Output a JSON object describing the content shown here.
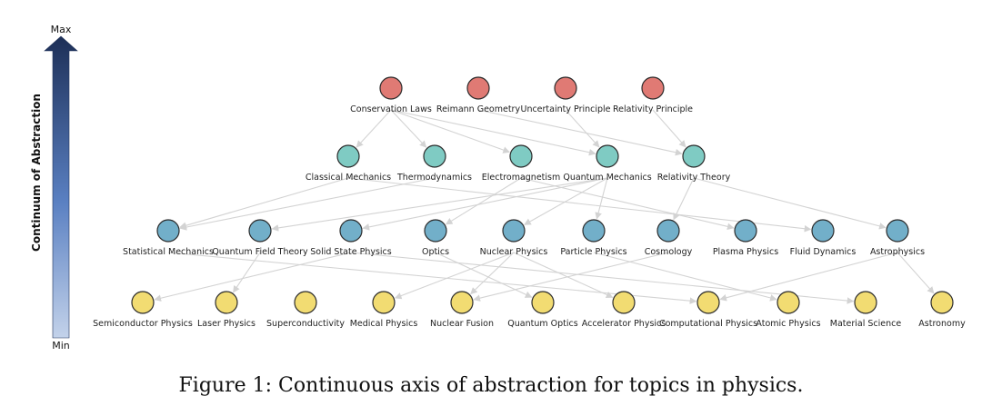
{
  "axis": {
    "max_label": "Max",
    "min_label": "Min",
    "title": "Continuum of Abstraction"
  },
  "caption": "Figure 1: Continuous axis of abstraction for topics in physics.",
  "colors": {
    "level_1": "#e07a74",
    "level_2": "#7fcbc3",
    "level_3": "#72afc9",
    "level_4": "#f2dc72",
    "edge": "#d3d3d3",
    "arrow_top": "#1d2f57",
    "arrow_bottom": "#c3d2ea"
  },
  "levels": [
    [
      "Conservation Laws",
      "Reimann Geometry",
      "Uncertainty Principle",
      "Relativity Principle"
    ],
    [
      "Classical Mechanics",
      "Thermodynamics",
      "Electromagnetism",
      "Quantum Mechanics",
      "Relativity Theory"
    ],
    [
      "Statistical Mechanics",
      "Quantum Field Theory",
      "Solid State Physics",
      "Optics",
      "Nuclear Physics",
      "Particle Physics",
      "Cosmology",
      "Plasma Physics",
      "Fluid Dynamics",
      "Astrophysics"
    ],
    [
      "Semiconductor Physics",
      "Laser Physics",
      "Superconductivity",
      "Medical Physics",
      "Nuclear Fusion",
      "Quantum Optics",
      "Accelerator Physics",
      "Computational Physics",
      "Atomic Physics",
      "Material Science",
      "Astronomy"
    ]
  ],
  "edges": [
    [
      "Conservation Laws",
      "Classical Mechanics"
    ],
    [
      "Conservation Laws",
      "Thermodynamics"
    ],
    [
      "Conservation Laws",
      "Electromagnetism"
    ],
    [
      "Conservation Laws",
      "Quantum Mechanics"
    ],
    [
      "Reimann Geometry",
      "Relativity Theory"
    ],
    [
      "Uncertainty Principle",
      "Quantum Mechanics"
    ],
    [
      "Relativity Principle",
      "Relativity Theory"
    ],
    [
      "Thermodynamics",
      "Statistical Mechanics"
    ],
    [
      "Classical Mechanics",
      "Statistical Mechanics"
    ],
    [
      "Classical Mechanics",
      "Fluid Dynamics"
    ],
    [
      "Quantum Mechanics",
      "Quantum Field Theory"
    ],
    [
      "Quantum Mechanics",
      "Solid State Physics"
    ],
    [
      "Electromagnetism",
      "Optics"
    ],
    [
      "Quantum Mechanics",
      "Nuclear Physics"
    ],
    [
      "Quantum Mechanics",
      "Particle Physics"
    ],
    [
      "Electromagnetism",
      "Plasma Physics"
    ],
    [
      "Relativity Theory",
      "Cosmology"
    ],
    [
      "Relativity Theory",
      "Astrophysics"
    ],
    [
      "Solid State Physics",
      "Semiconductor Physics"
    ],
    [
      "Quantum Field Theory",
      "Laser Physics"
    ],
    [
      "Solid State Physics",
      "Material Science"
    ],
    [
      "Optics",
      "Quantum Optics"
    ],
    [
      "Nuclear Physics",
      "Medical Physics"
    ],
    [
      "Nuclear Physics",
      "Nuclear Fusion"
    ],
    [
      "Nuclear Physics",
      "Accelerator Physics"
    ],
    [
      "Cosmology",
      "Nuclear Fusion"
    ],
    [
      "Particle Physics",
      "Atomic Physics"
    ],
    [
      "Statistical Mechanics",
      "Computational Physics"
    ],
    [
      "Astrophysics",
      "Computational Physics"
    ],
    [
      "Astrophysics",
      "Astronomy"
    ]
  ]
}
